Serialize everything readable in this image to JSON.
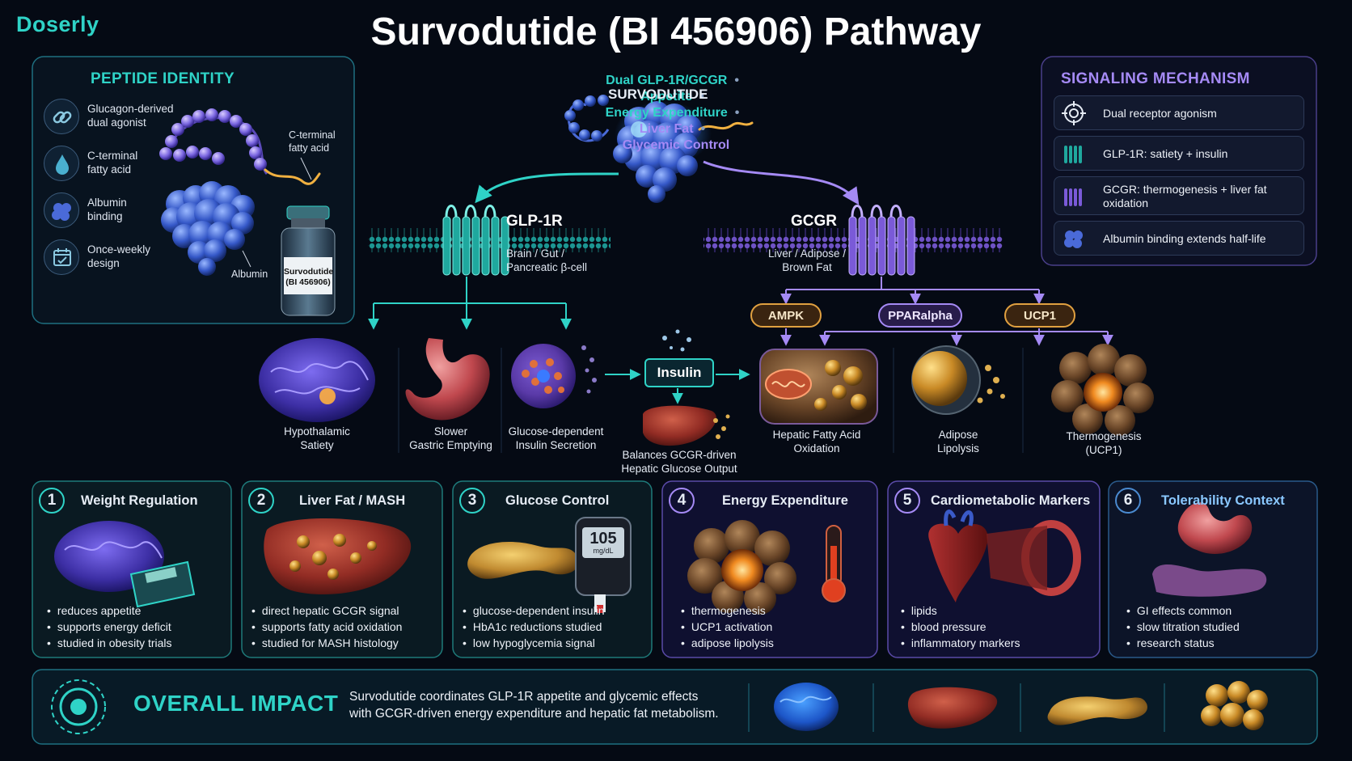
{
  "brand": "Doserly",
  "title": "Survodutide (BI 456906) Pathway",
  "subtitle": [
    "Dual GLP-1R/GCGR",
    "Appetite",
    "Energy Expenditure",
    "Liver Fat",
    "Glycemic Control"
  ],
  "colors": {
    "teal": "#2fd3c7",
    "purple": "#9b7ff0",
    "amber": "#e0a040",
    "background": "#050a14"
  },
  "identity": {
    "heading": "PEPTIDE IDENTITY",
    "items": [
      {
        "icon": "link-icon",
        "text": "Glucagon-derived\ndual agonist"
      },
      {
        "icon": "droplet-icon",
        "text": "C-terminal\nfatty acid"
      },
      {
        "icon": "albumin-icon",
        "text": "Albumin\nbinding"
      },
      {
        "icon": "calendar-icon",
        "text": "Once-weekly\ndesign"
      }
    ],
    "fatty_acid_label": "C-terminal\nfatty acid",
    "albumin_label": "Albumin",
    "vial_label": "Survodutide\n(BI 456906)"
  },
  "pathway": {
    "center_label": "SURVODUTIDE",
    "glp1r": {
      "name": "GLP-1R",
      "sub": "Brain / Gut /\nPancreatic β-cell"
    },
    "gcgr": {
      "name": "GCGR",
      "sub": "Liver / Adipose /\nBrown Fat"
    },
    "nodes": {
      "ampk": "AMPK",
      "ppar": "PPARalpha",
      "ucp1": "UCP1",
      "insulin": "Insulin"
    },
    "effects": {
      "hypothalamic": "Hypothalamic\nSatiety",
      "gastric": "Slower\nGastric Emptying",
      "insulin_secretion": "Glucose-dependent\nInsulin Secretion",
      "hepatic_output": "Balances GCGR-driven\nHepatic Glucose Output",
      "hepatic_fa": "Hepatic Fatty Acid\nOxidation",
      "adipose": "Adipose\nLipolysis",
      "thermogenesis": "Thermogenesis\n(UCP1)"
    }
  },
  "signaling": {
    "heading": "SIGNALING MECHANISM",
    "items": [
      {
        "icon": "target-icon",
        "text": "Dual receptor agonism"
      },
      {
        "icon": "glp1r-receptor-icon",
        "text": "GLP-1R: satiety + insulin"
      },
      {
        "icon": "gcgr-receptor-icon",
        "text": "GCGR: thermogenesis +\nliver fat oxidation"
      },
      {
        "icon": "albumin-icon",
        "text": "Albumin binding extends half-life"
      }
    ]
  },
  "panels": [
    {
      "num": "1",
      "title": "Weight Regulation",
      "bullets": [
        "reduces appetite",
        "supports energy deficit",
        "studied in obesity trials"
      ]
    },
    {
      "num": "2",
      "title": "Liver Fat / MASH",
      "bullets": [
        "direct hepatic GCGR signal",
        "supports fatty acid oxidation",
        "studied for MASH histology"
      ]
    },
    {
      "num": "3",
      "title": "Glucose Control",
      "bullets": [
        "glucose-dependent insulin",
        "HbA1c reductions studied",
        "low hypoglycemia signal"
      ],
      "meter_value": "105",
      "meter_unit": "mg/dL"
    },
    {
      "num": "4",
      "title": "Energy Expenditure",
      "bullets": [
        "thermogenesis",
        "UCP1 activation",
        "adipose lipolysis"
      ]
    },
    {
      "num": "5",
      "title": "Cardiometabolic Markers",
      "bullets": [
        "lipids",
        "blood pressure",
        "inflammatory markers"
      ]
    },
    {
      "num": "6",
      "title": "Tolerability Context",
      "bullets": [
        "GI effects common",
        "slow titration studied",
        "research status"
      ]
    }
  ],
  "impact": {
    "title": "OVERALL IMPACT",
    "text": "Survodutide coordinates GLP-1R appetite and glycemic effects\nwith GCGR-driven energy expenditure and hepatic fat metabolism."
  }
}
